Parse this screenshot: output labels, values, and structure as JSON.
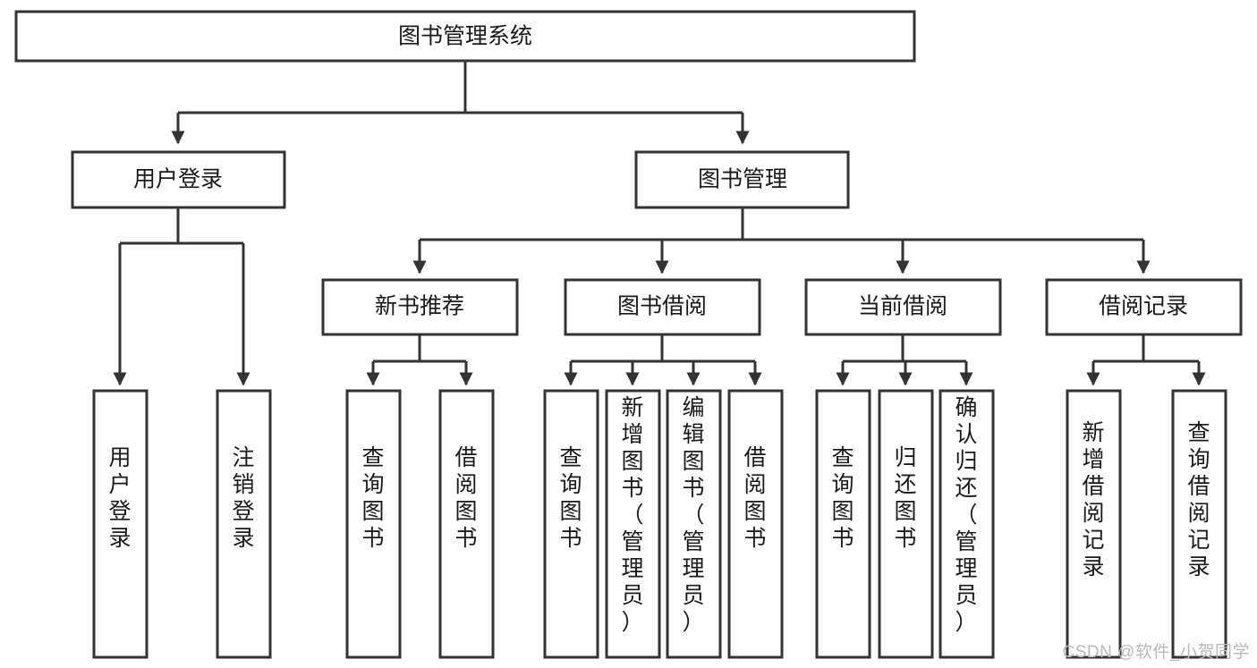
{
  "diagram": {
    "type": "tree-flowchart",
    "title": "图书管理系统",
    "watermark": "CSDN @软件_小贺同学",
    "colors": {
      "stroke": "#333333",
      "box_fill": "#ffffff",
      "text": "#1a1a1a",
      "background": "#ffffff",
      "watermark": "#b9b9b9"
    },
    "nodes": {
      "root": {
        "label": "图书管理系统",
        "orientation": "horizontal"
      },
      "level2": [
        {
          "id": "user-login",
          "label": "用户登录",
          "orientation": "horizontal"
        },
        {
          "id": "book-manage",
          "label": "图书管理",
          "orientation": "horizontal"
        }
      ],
      "level3": [
        {
          "id": "new-book-rec",
          "label": "新书推荐",
          "orientation": "horizontal"
        },
        {
          "id": "book-borrow",
          "label": "图书借阅",
          "orientation": "horizontal"
        },
        {
          "id": "current-borrow",
          "label": "当前借阅",
          "orientation": "horizontal"
        },
        {
          "id": "borrow-record",
          "label": "借阅记录",
          "orientation": "horizontal"
        }
      ],
      "leaves": {
        "user-login": [
          {
            "id": "leaf-user-login",
            "label": "用户登录",
            "orientation": "vertical"
          },
          {
            "id": "leaf-logout",
            "label": "注销登录",
            "orientation": "vertical"
          }
        ],
        "new-book-rec": [
          {
            "id": "leaf-query-book-1",
            "label": "查询图书",
            "orientation": "vertical"
          },
          {
            "id": "leaf-borrow-book-1",
            "label": "借阅图书",
            "orientation": "vertical"
          }
        ],
        "book-borrow": [
          {
            "id": "leaf-query-book-2",
            "label": "查询图书",
            "orientation": "vertical"
          },
          {
            "id": "leaf-add-book",
            "label": "新增图书（管理员）",
            "orientation": "vertical"
          },
          {
            "id": "leaf-edit-book",
            "label": "编辑图书（管理员）",
            "orientation": "vertical"
          },
          {
            "id": "leaf-borrow-book-2",
            "label": "借阅图书",
            "orientation": "vertical"
          }
        ],
        "current-borrow": [
          {
            "id": "leaf-query-book-3",
            "label": "查询图书",
            "orientation": "vertical"
          },
          {
            "id": "leaf-return-book",
            "label": "归还图书",
            "orientation": "vertical"
          },
          {
            "id": "leaf-confirm-return",
            "label": "确认归还（管理员）",
            "orientation": "vertical"
          }
        ],
        "borrow-record": [
          {
            "id": "leaf-add-record",
            "label": "新增借阅记录",
            "orientation": "vertical"
          },
          {
            "id": "leaf-query-record",
            "label": "查询借阅记录",
            "orientation": "vertical"
          }
        ]
      }
    }
  }
}
